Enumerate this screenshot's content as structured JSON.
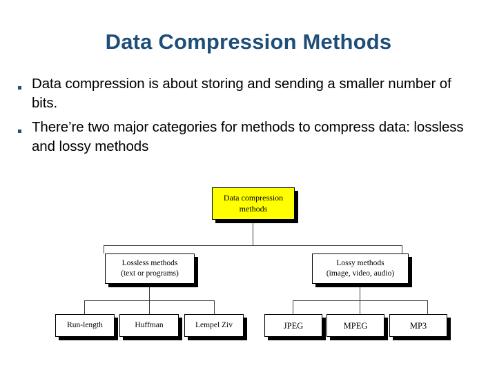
{
  "slide": {
    "title": "Data Compression Methods",
    "bullets": [
      "Data compression is about storing and sending a smaller number of bits.",
      "There’re two major categories for methods to compress data: lossless and lossy methods"
    ],
    "bullet_marker": "square-bullet",
    "title_color": "#1F4E79",
    "text_color": "#000000",
    "background_color": "#FFFFFF"
  },
  "diagram": {
    "type": "tree",
    "root": {
      "label_line1": "Data compression",
      "label_line2": "methods",
      "fill_color": "#FFFF00",
      "border_color": "#000000"
    },
    "branches": [
      {
        "label_line1": "Lossless methods",
        "label_line2": "(text or programs)",
        "fill_color": "#FFFFFF",
        "leaves": [
          {
            "label": "Run-length"
          },
          {
            "label": "Huffman"
          },
          {
            "label": "Lempel Ziv"
          }
        ]
      },
      {
        "label_line1": "Lossy methods",
        "label_line2": "(image, video, audio)",
        "fill_color": "#FFFFFF",
        "leaves": [
          {
            "label": "JPEG"
          },
          {
            "label": "MPEG"
          },
          {
            "label": "MP3"
          }
        ]
      }
    ]
  }
}
